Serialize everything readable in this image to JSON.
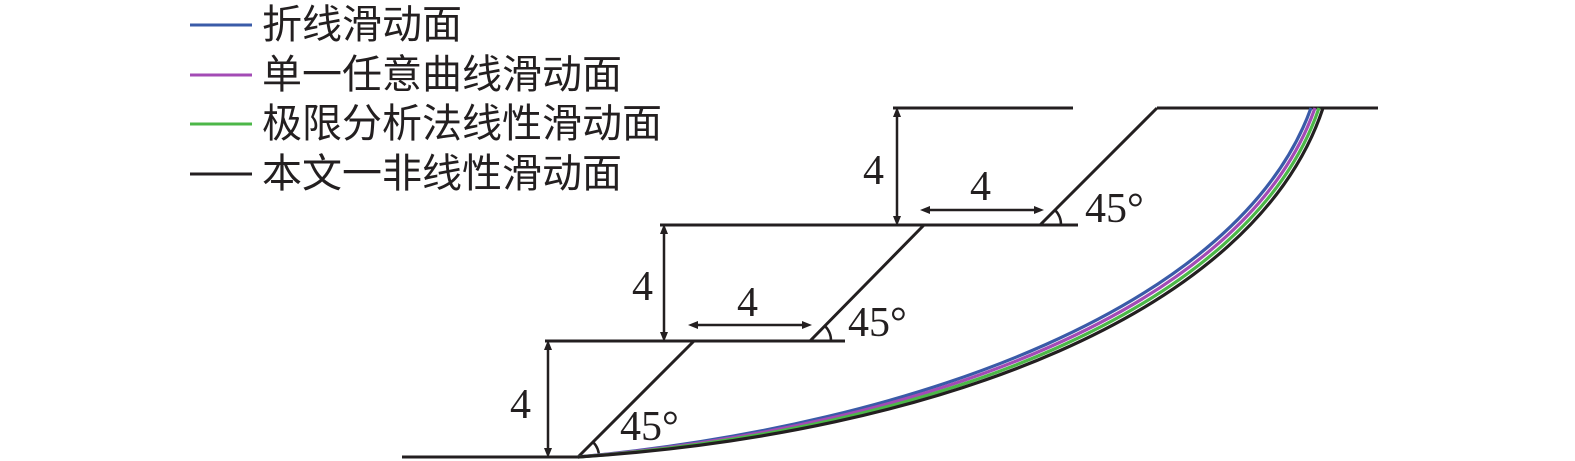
{
  "legend": {
    "items": [
      {
        "label": "折线滑动面",
        "color": "#3a5ba8"
      },
      {
        "label": "单一任意曲线滑动面",
        "color": "#a34bb5"
      },
      {
        "label": "极限分析法线性滑动面",
        "color": "#4cb748"
      },
      {
        "label": "本文一非线性滑动面",
        "color": "#231f20"
      }
    ]
  },
  "dimensions": {
    "step_height_1": "4",
    "step_height_2": "4",
    "step_height_3": "4",
    "berm_width_1": "4",
    "berm_width_2": "4",
    "angle_1": "45°",
    "angle_2": "45°",
    "angle_3": "45°"
  },
  "colors": {
    "structure": "#231f20"
  }
}
